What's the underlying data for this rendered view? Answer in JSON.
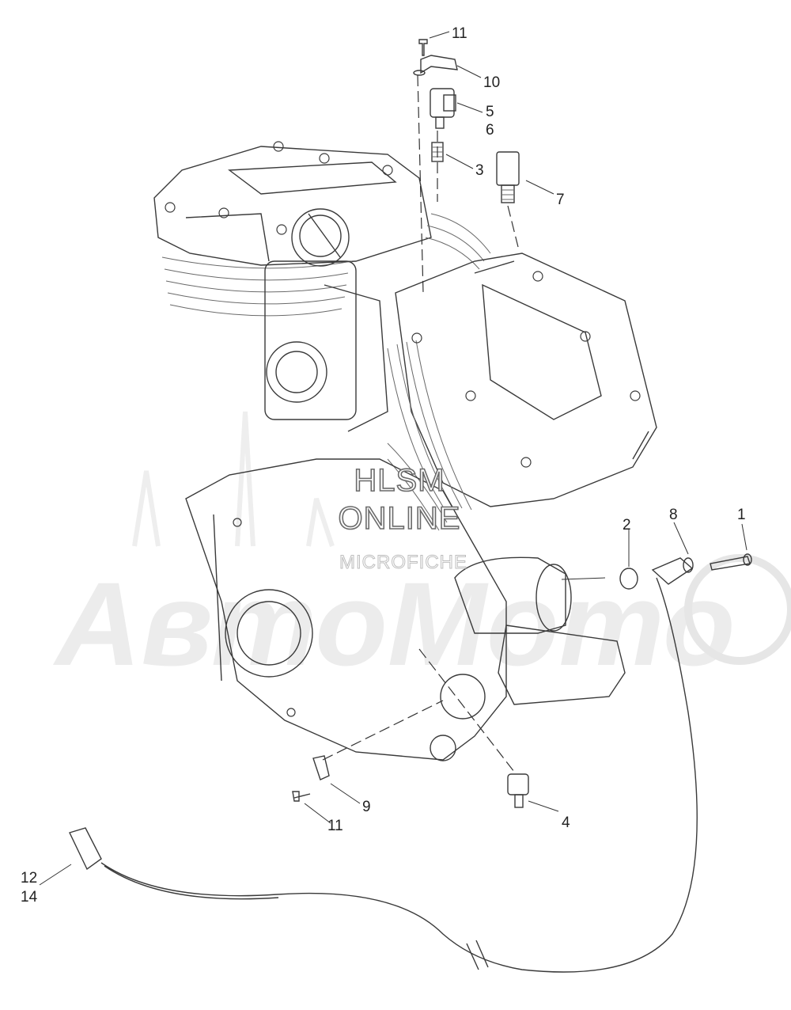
{
  "watermark": {
    "line1": "HLSM",
    "line2": "ONLINE",
    "line3": "MICROFICHE",
    "logo": "АвтоМото"
  },
  "callouts": [
    {
      "id": "c1",
      "text": "1"
    },
    {
      "id": "c2",
      "text": "2"
    },
    {
      "id": "c3",
      "text": "3"
    },
    {
      "id": "c4",
      "text": "4"
    },
    {
      "id": "c5",
      "text": "5"
    },
    {
      "id": "c6",
      "text": "6"
    },
    {
      "id": "c7",
      "text": "7"
    },
    {
      "id": "c8",
      "text": "8"
    },
    {
      "id": "c9",
      "text": "9"
    },
    {
      "id": "c10",
      "text": "10"
    },
    {
      "id": "c11a",
      "text": "11"
    },
    {
      "id": "c11b",
      "text": "11"
    },
    {
      "id": "c12",
      "text": "12"
    },
    {
      "id": "c14",
      "text": "14"
    }
  ]
}
